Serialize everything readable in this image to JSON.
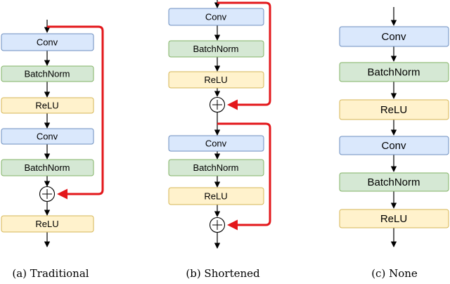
{
  "colors": {
    "conv_fill": "#dae8fc",
    "conv_stroke": "#6c8ebf",
    "bn_fill": "#d5e8d4",
    "bn_stroke": "#82b366",
    "relu_fill": "#fff2cc",
    "relu_stroke": "#d6b656",
    "skip_arrow": "#e3171b",
    "arrow": "#000000"
  },
  "panels": {
    "traditional": {
      "caption": "(a) Traditional",
      "layers": [
        "Conv",
        "BatchNorm",
        "ReLU",
        "Conv",
        "BatchNorm",
        "ReLU"
      ]
    },
    "shortened": {
      "caption": "(b) Shortened",
      "block1": [
        "Conv",
        "BatchNorm",
        "ReLU"
      ],
      "block2": [
        "Conv",
        "BatchNorm",
        "ReLU"
      ]
    },
    "none": {
      "caption": "(c) None",
      "layers": [
        "Conv",
        "BatchNorm",
        "ReLU",
        "Conv",
        "BatchNorm",
        "ReLU"
      ]
    }
  }
}
